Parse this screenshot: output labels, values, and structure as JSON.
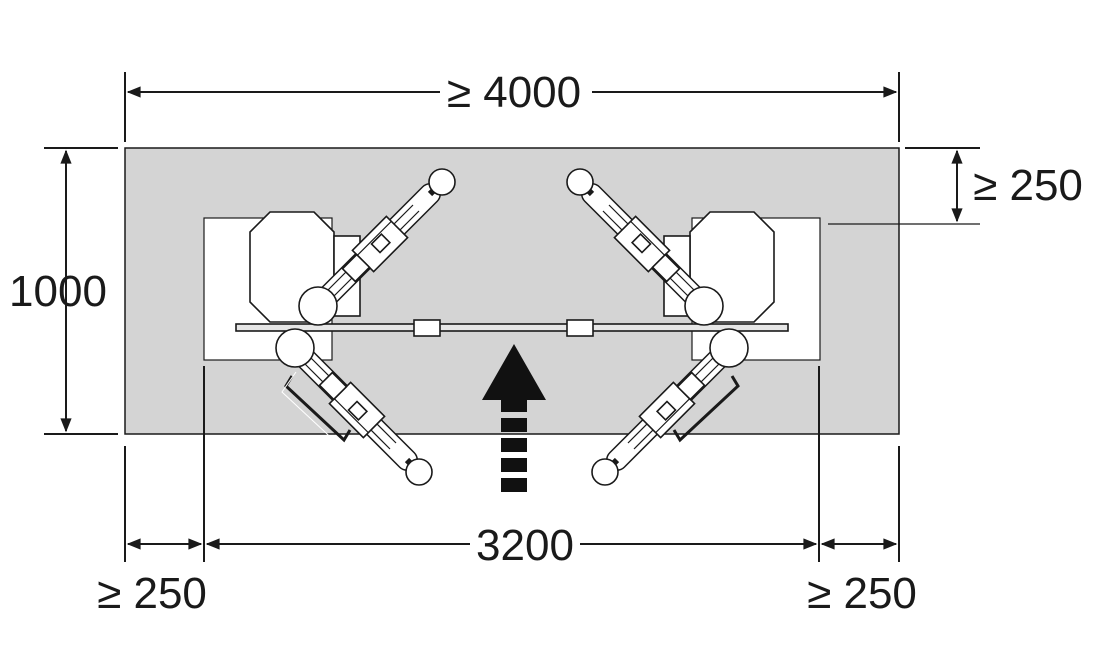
{
  "dimensions": {
    "overall_width": "≥ 4000",
    "depth": "1000",
    "top_clearance": "≥ 250",
    "post_spacing": "3200",
    "left_clearance": "≥ 250",
    "right_clearance": "≥ 250"
  },
  "colors": {
    "floor_area": "#d4d4d4",
    "lines": "#1a1a1a",
    "arrow": "#111111"
  },
  "icons": {
    "drive_direction": "arrow-up-icon"
  }
}
